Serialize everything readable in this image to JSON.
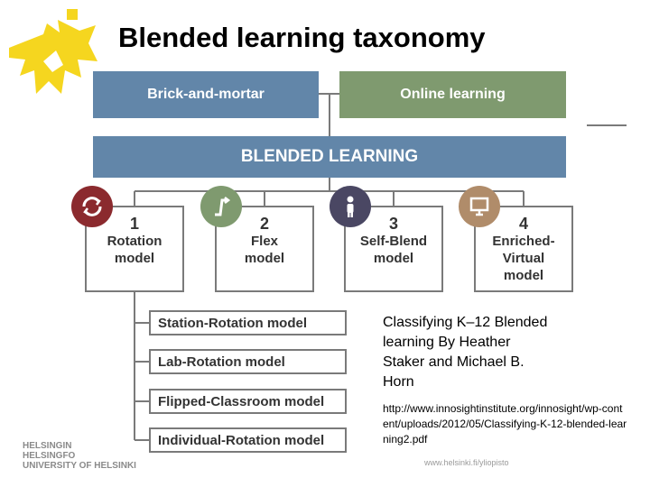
{
  "header": {
    "title": "Blended learning taxonomy"
  },
  "taxonomy": {
    "top": [
      "Brick-and-mortar",
      "Online learning"
    ],
    "blended": "BLENDED LEARNING",
    "models": [
      {
        "num": "1",
        "label": "Rotation\nmodel",
        "icon": "rotation-arrows-icon",
        "color": "#8b2a2e"
      },
      {
        "num": "2",
        "label": "Flex\nmodel",
        "icon": "flex-path-icon",
        "color": "#7f9a6f"
      },
      {
        "num": "3",
        "label": "Self-Blend\nmodel",
        "icon": "person-icon",
        "color": "#4a4763"
      },
      {
        "num": "4",
        "label": "Enriched-\nVirtual\nmodel",
        "icon": "computer-icon",
        "color": "#b08c6a"
      }
    ],
    "rotation_submodels": [
      "Station-Rotation model",
      "Lab-Rotation model",
      "Flipped-Classroom model",
      "Individual-Rotation model"
    ]
  },
  "caption": {
    "text": "Classifying K–12 Blended learning By Heather Staker and Michael B. Horn",
    "url": "http://www.innosightinstitute.org/innosight/wp-content/uploads/2012/05/Classifying-K-12-blended-learning2.pdf"
  },
  "branding": {
    "university": "HELSINGIN\nHELSINGFO\nUNIVERSITY OF HELSINKI",
    "footer_url": "www.helsinki.fi/yliopisto"
  },
  "colors": {
    "blue": "#6286a9",
    "green": "#7f9a6f",
    "logo_yellow": "#f5d61f",
    "line_gray": "#7a7a7a"
  }
}
